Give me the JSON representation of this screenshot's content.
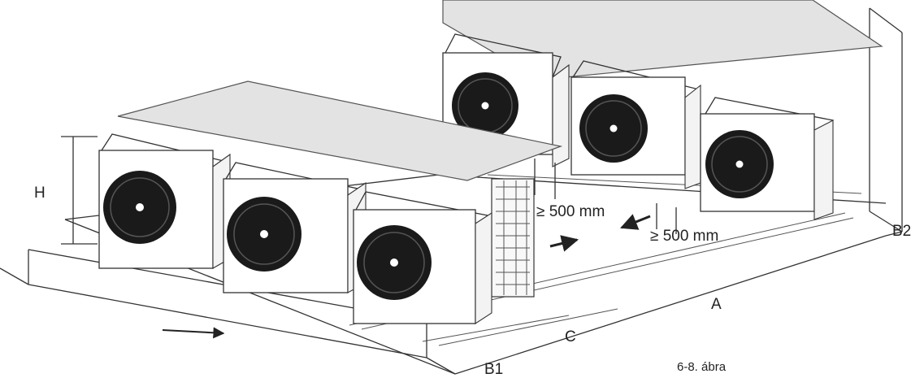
{
  "labels": {
    "height": "H",
    "front_clearance": "≥ 500 mm",
    "side_clearance": "≥ 500 mm",
    "rear_wall": "B2",
    "front_wall": "B1",
    "depth": "A",
    "side_gap": "C"
  },
  "caption": "6-8. ábra",
  "units": {
    "front_row_count": 3,
    "back_row_count": 3
  },
  "colors": {
    "stroke": "#333333",
    "fan": "#1a1a1a",
    "shelf": "#e3e3e3",
    "body": "#ffffff"
  }
}
